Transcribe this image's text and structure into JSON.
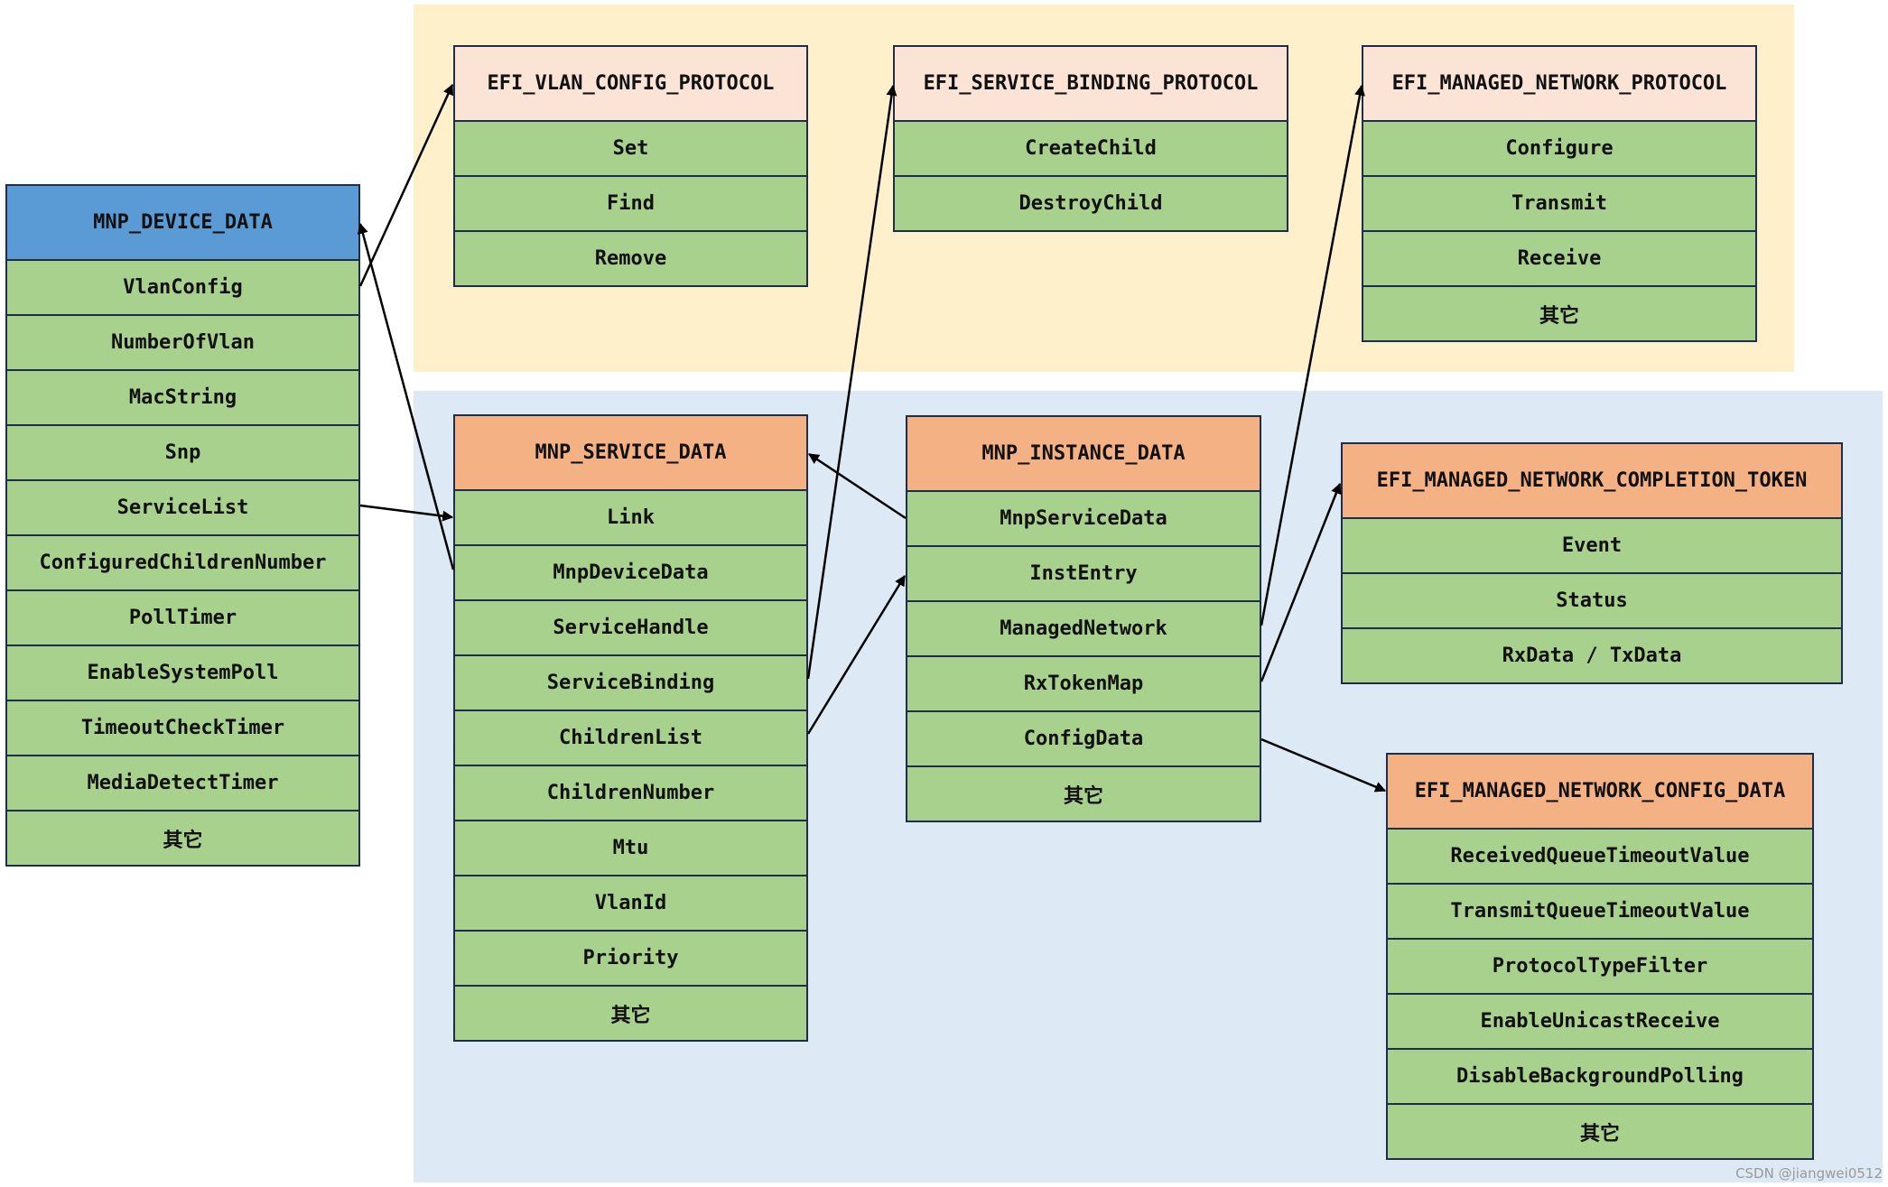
{
  "colors": {
    "protocol_region": "#fff0cc",
    "internal_region": "#dee9f6",
    "device_header": "#5b9bd5",
    "protocol_header": "#fbe3d6",
    "data_header": "#f4b183",
    "field_cell": "#a9d18e",
    "border": "#1f2d4d",
    "arrow": "#000000"
  },
  "tables": [
    {
      "id": "mnp-device-data",
      "header": "MNP_DEVICE_DATA",
      "header_color": "device_header",
      "fields": [
        "VlanConfig",
        "NumberOfVlan",
        "MacString",
        "Snp",
        "ServiceList",
        "ConfiguredChildrenNumber",
        "PollTimer",
        "EnableSystemPoll",
        "TimeoutCheckTimer",
        "MediaDetectTimer",
        "其它"
      ]
    },
    {
      "id": "efi-vlan-config-protocol",
      "header": "EFI_VLAN_CONFIG_PROTOCOL",
      "header_color": "protocol_header",
      "fields": [
        "Set",
        "Find",
        "Remove"
      ]
    },
    {
      "id": "efi-service-binding-protocol",
      "header": "EFI_SERVICE_BINDING_PROTOCOL",
      "header_color": "protocol_header",
      "fields": [
        "CreateChild",
        "DestroyChild"
      ]
    },
    {
      "id": "efi-managed-network-protocol",
      "header": "EFI_MANAGED_NETWORK_PROTOCOL",
      "header_color": "protocol_header",
      "fields": [
        "Configure",
        "Transmit",
        "Receive",
        "其它"
      ]
    },
    {
      "id": "mnp-service-data",
      "header": "MNP_SERVICE_DATA",
      "header_color": "data_header",
      "fields": [
        "Link",
        "MnpDeviceData",
        "ServiceHandle",
        "ServiceBinding",
        "ChildrenList",
        "ChildrenNumber",
        "Mtu",
        "VlanId",
        "Priority",
        "其它"
      ]
    },
    {
      "id": "mnp-instance-data",
      "header": "MNP_INSTANCE_DATA",
      "header_color": "data_header",
      "fields": [
        "MnpServiceData",
        "InstEntry",
        "ManagedNetwork",
        "RxTokenMap",
        "ConfigData",
        "其它"
      ]
    },
    {
      "id": "efi-managed-network-completion-token",
      "header": "EFI_MANAGED_NETWORK_COMPLETION_TOKEN",
      "header_color": "data_header",
      "fields": [
        "Event",
        "Status",
        "RxData / TxData"
      ]
    },
    {
      "id": "efi-managed-network-config-data",
      "header": "EFI_MANAGED_NETWORK_CONFIG_DATA",
      "header_color": "data_header",
      "fields": [
        "ReceivedQueueTimeoutValue",
        "TransmitQueueTimeoutValue",
        "ProtocolTypeFilter",
        "EnableUnicastReceive",
        "DisableBackgroundPolling",
        "其它"
      ]
    }
  ],
  "watermark": "CSDN @jiangwei0512"
}
